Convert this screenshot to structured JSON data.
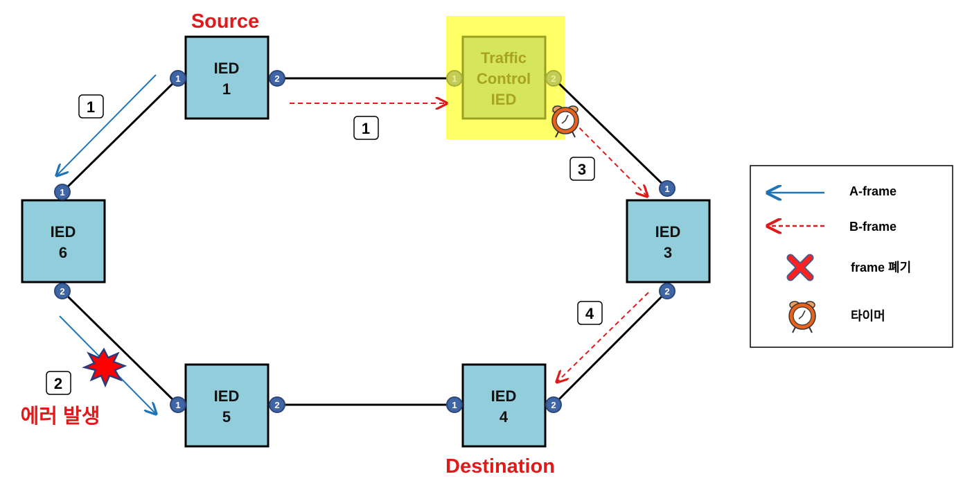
{
  "colors": {
    "node_fill": "#92cddc",
    "node_border": "#000000",
    "port_fill": "#3f65a5",
    "tc_highlight": "#ffff66",
    "tc_fill": "#d6e65a",
    "tc_border": "#9ba022",
    "a_frame": "#1f74b8",
    "b_frame": "#e01a1a",
    "role_text": "#e01a1a"
  },
  "nodes": {
    "ied1": {
      "line1": "IED",
      "line2": "1",
      "port_left": "1",
      "port_right": "2"
    },
    "ied3": {
      "line1": "IED",
      "line2": "3",
      "port_top": "1",
      "port_bottom": "2"
    },
    "ied4": {
      "line1": "IED",
      "line2": "4",
      "port_left": "1",
      "port_right": "2"
    },
    "ied5": {
      "line1": "IED",
      "line2": "5",
      "port_left": "1",
      "port_right": "2"
    },
    "ied6": {
      "line1": "IED",
      "line2": "6",
      "port_top": "1",
      "port_bottom": "2"
    },
    "traffic_control": {
      "line1": "Traffic",
      "line2": "Control",
      "line3": "IED",
      "port_left": "1",
      "port_right": "2"
    }
  },
  "labels": {
    "source": "Source",
    "destination": "Destination",
    "error": "에러 발생"
  },
  "steps": {
    "a_step1": "1",
    "b_step1": "1",
    "b_step3": "3",
    "b_step4": "4",
    "a_step2": "2"
  },
  "legend": {
    "a_frame": "A-frame",
    "b_frame": "B-frame",
    "discard": "frame 폐기",
    "timer": "타이머",
    "icons": [
      "blue-arrow-icon",
      "red-dashed-arrow-icon",
      "x-mark-icon",
      "alarm-clock-icon"
    ]
  }
}
